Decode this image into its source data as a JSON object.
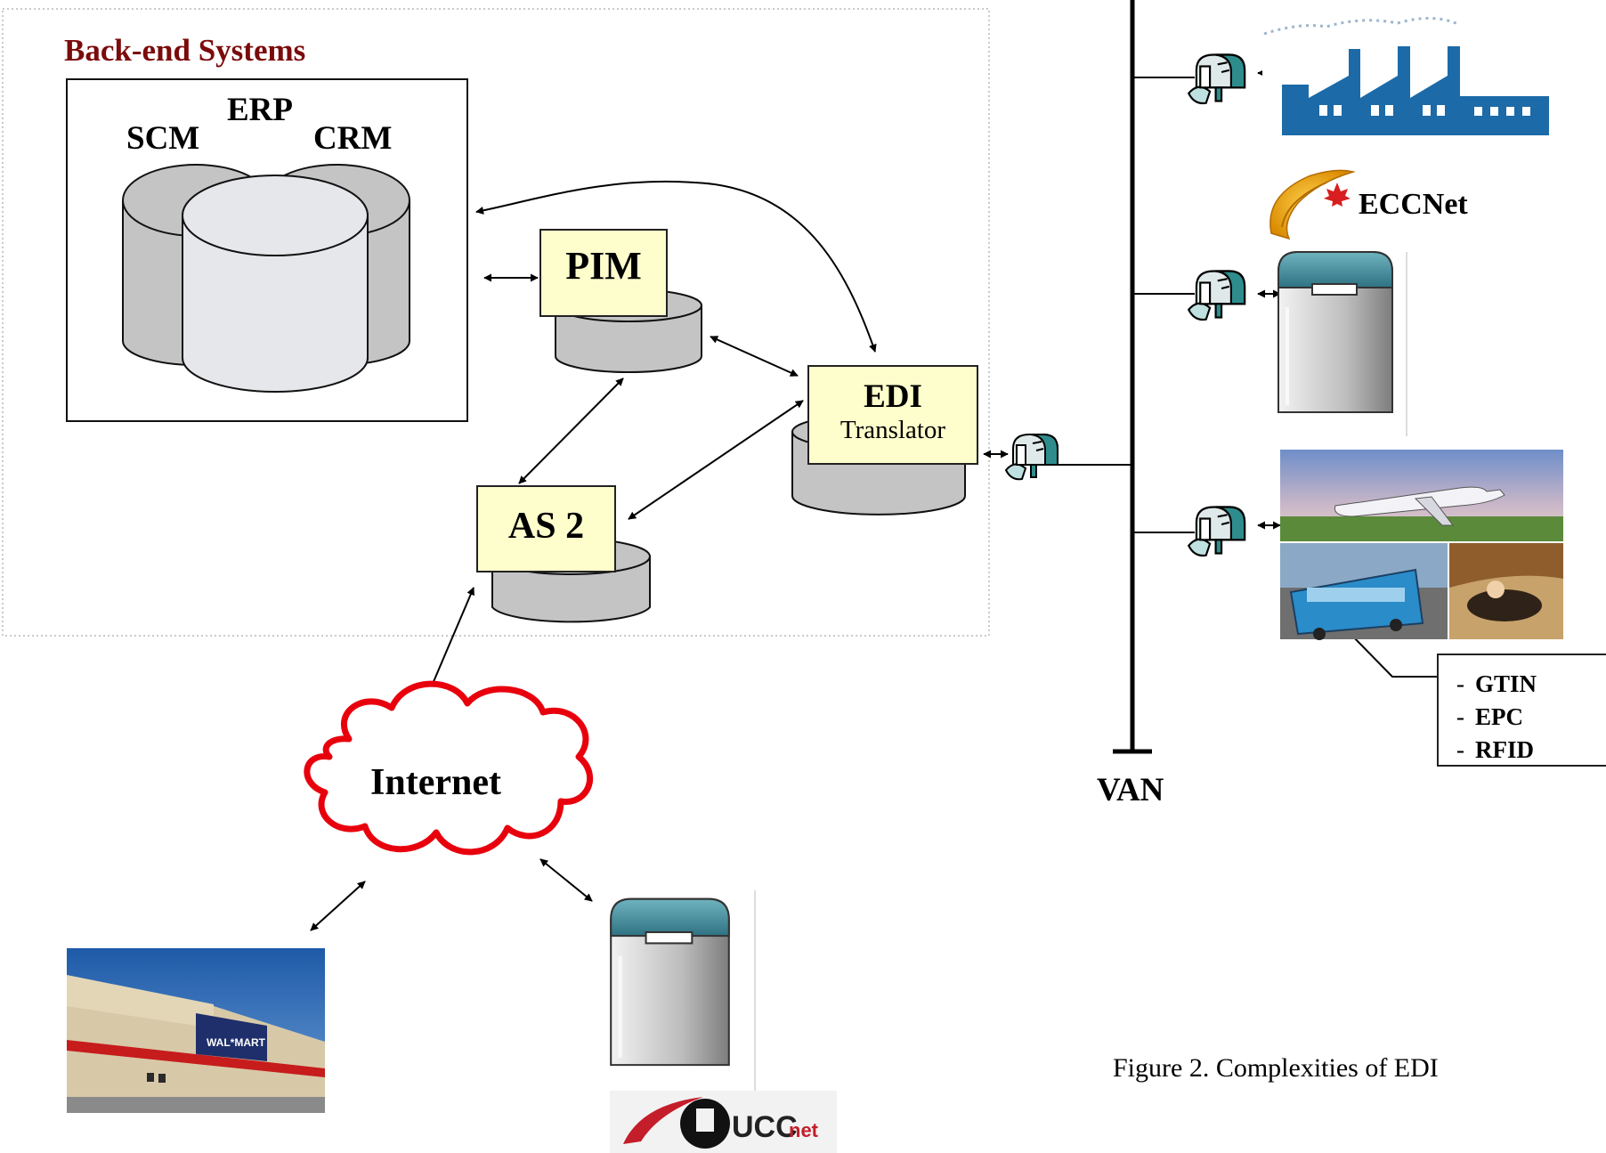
{
  "backend": {
    "title": "Back-end Systems",
    "title_color": "#7b0b0b",
    "db_labels": {
      "erp": "ERP",
      "scm": "SCM",
      "crm": "CRM"
    }
  },
  "nodes": {
    "pim": "PIM",
    "edi_title": "EDI",
    "edi_subtitle": "Translator",
    "as2": "AS 2",
    "internet": "Internet",
    "eccnet": "ECCNet",
    "uccnet_logo": "UCCnet",
    "van": "VAN"
  },
  "legend": [
    {
      "dash": "-",
      "term": "GTIN"
    },
    {
      "dash": "-",
      "term": "EPC"
    },
    {
      "dash": "-",
      "term": "RFID"
    }
  ],
  "caption": "Figure 2. Complexities of EDI",
  "icons": [
    "mailbox-icon",
    "factory-icon",
    "server-icon",
    "transport-photo",
    "store-photo",
    "maple-leaf-icon"
  ],
  "colors": {
    "box_fill": "#fefdcc",
    "cylinder_fill": "#c4c4c4",
    "cloud_stroke": "#e8000d",
    "factory": "#1c6aa8",
    "mailbox": "#2f8c8c",
    "server_top": "#3f8c9a"
  }
}
